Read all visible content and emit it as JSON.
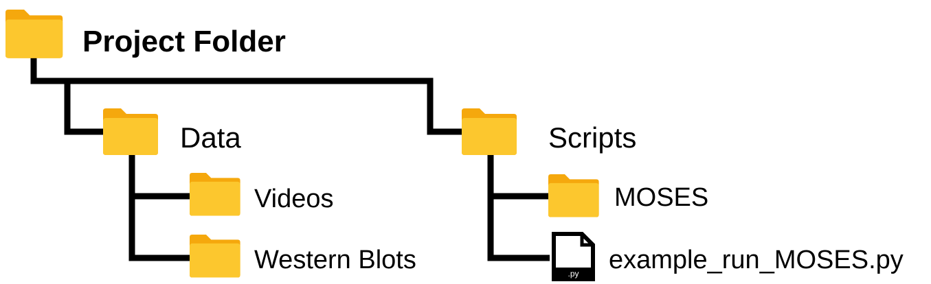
{
  "tree": {
    "root": {
      "label": "Project Folder",
      "icon": "folder-icon"
    },
    "children": [
      {
        "label": "Data",
        "icon": "folder-icon",
        "children": [
          {
            "label": "Videos",
            "icon": "folder-icon"
          },
          {
            "label": "Western Blots",
            "icon": "folder-icon"
          }
        ]
      },
      {
        "label": "Scripts",
        "icon": "folder-icon",
        "children": [
          {
            "label": "MOSES",
            "icon": "folder-icon"
          },
          {
            "label": "example_run_MOSES.py",
            "icon": "python-file-icon",
            "badge": ".py"
          }
        ]
      }
    ]
  },
  "colors": {
    "folder_front": "#fcc72e",
    "folder_back": "#f5a80d",
    "line": "#000000",
    "file_body": "#ffffff",
    "file_band": "#000000"
  }
}
